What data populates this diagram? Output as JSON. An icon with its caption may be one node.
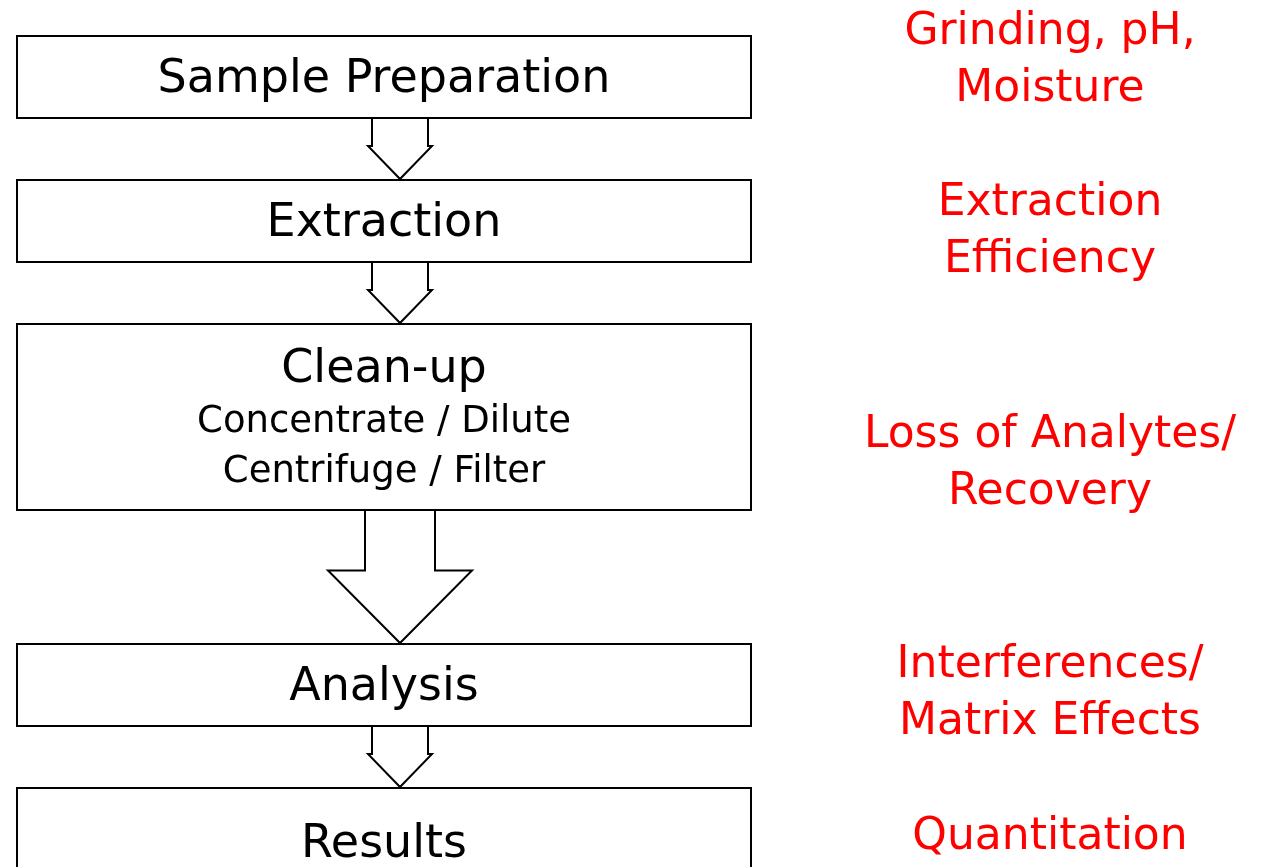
{
  "diagram": {
    "nodes": [
      {
        "text": [
          "Sample Preparation"
        ]
      },
      {
        "text": [
          "Extraction"
        ]
      },
      {
        "text": [
          "Clean-up",
          "Concentrate / Dilute Centrifuge / Filter"
        ]
      },
      {
        "text": [
          "Analysis"
        ]
      },
      {
        "text": [
          "Results"
        ]
      }
    ],
    "edges": [
      {
        "from": 0,
        "to": 1,
        "arrow": "to"
      },
      {
        "from": 1,
        "to": 2,
        "arrow": "to"
      },
      {
        "from": 2,
        "to": 3,
        "arrow": "to"
      },
      {
        "from": 3,
        "to": 4,
        "arrow": "to"
      }
    ],
    "labels": [
      "Grinding, pH, Moisture",
      "Extraction Efficiency",
      "Loss of Analytes/ Recovery",
      "Interferences/ Matrix Effects",
      "Quantitation"
    ]
  }
}
